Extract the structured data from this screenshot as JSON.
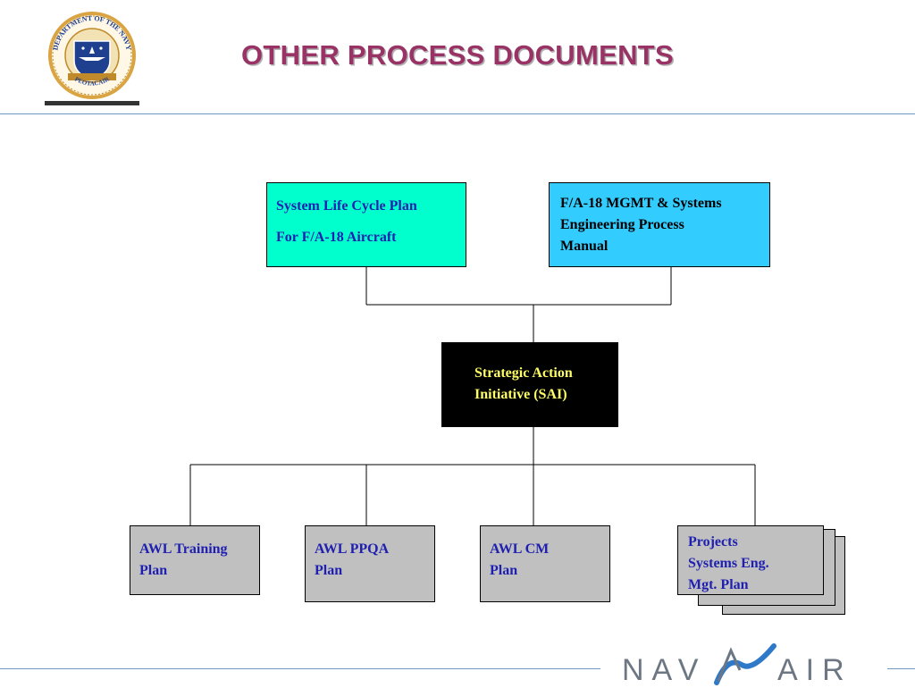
{
  "slide": {
    "title": "OTHER PROCESS DOCUMENTS",
    "logo": {
      "icon": "navy-seal-icon",
      "arc_top": "DEPARTMENT OF THE NAVY",
      "arc_bottom": "PEOTACAIR"
    },
    "footer_logo": {
      "icon": "navair-logo-icon",
      "left_text": "NAV",
      "right_text": "AIR"
    },
    "colors": {
      "title": "#993366",
      "rule": "#6f97c3",
      "slcp_fill": "#00ffcc",
      "fa18_fill": "#33ccff",
      "sai_fill": "#000000",
      "sai_text": "#ffff66",
      "plan_fill": "#c0c0c0",
      "blue_text": "#1f1fb0"
    }
  },
  "diagram": {
    "slcp": {
      "line1": "System Life Cycle Plan",
      "line2": "For F/A-18 Aircraft"
    },
    "fa18": {
      "line1": "F/A-18 MGMT & Systems",
      "line2": "Engineering  Process",
      "line3": "Manual"
    },
    "sai": {
      "line1": "Strategic Action",
      "line2": "Initiative (SAI)"
    },
    "training": {
      "line1": "AWL Training",
      "line2": "Plan"
    },
    "ppqa": {
      "line1": "AWL PPQA",
      "line2": "Plan"
    },
    "cm": {
      "line1": "AWL CM",
      "line2": "Plan"
    },
    "projects": {
      "line1": "Projects",
      "line2": "Systems Eng.",
      "line3": "Mgt. Plan"
    }
  }
}
